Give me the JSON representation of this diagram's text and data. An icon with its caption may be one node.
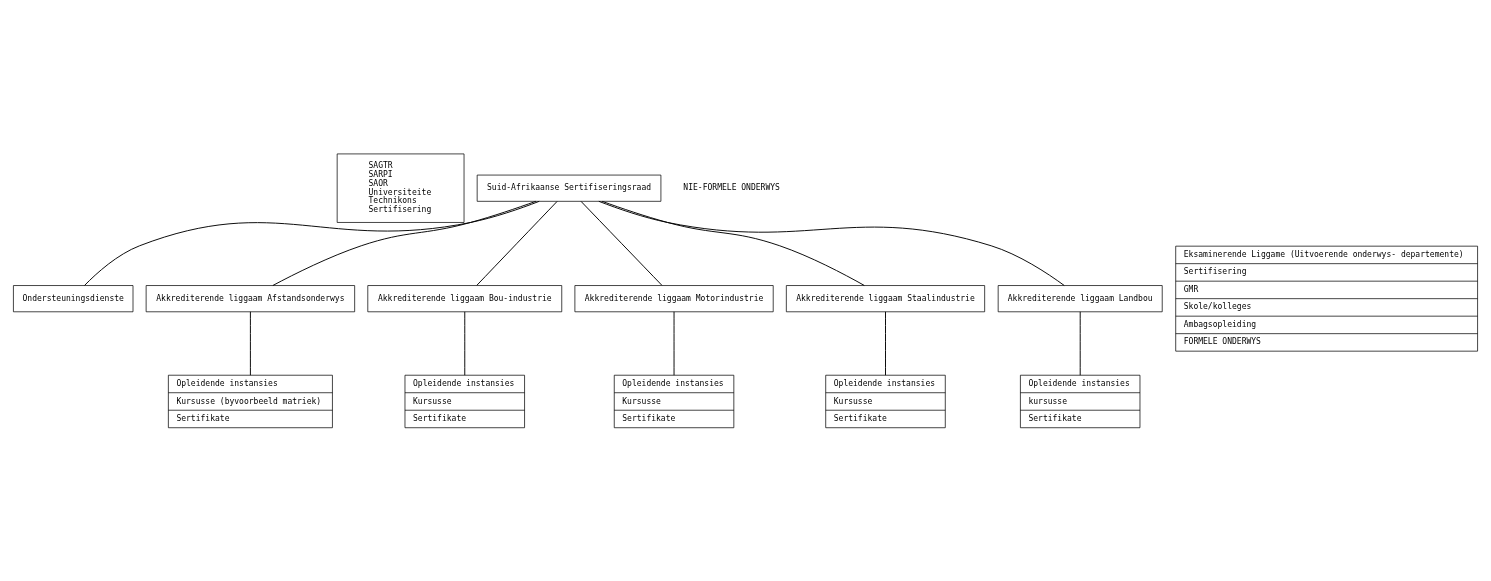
{
  "diagram": {
    "nodes": [
      {
        "text": [
          "SAGTR",
          "SARPI",
          "SAOR",
          "Universiteite",
          "Technikons",
          "Sertifisering"
        ]
      },
      {
        "text": [
          "Suid-Afrikaanse Sertifiseringsraad"
        ]
      },
      {
        "text": [
          "Ondersteuningsdienste"
        ]
      },
      {
        "text": [
          "Eksaminerende Liggame (Uitvoerende onderwys- departemente)",
          "Sertifisering",
          "GMR",
          "Skole/kolleges",
          "Ambagsopleiding",
          "FORMELE ONDERWYS"
        ]
      },
      {
        "text": [
          "Akkrediterende liggaam Afstandsonderwys"
        ]
      },
      {
        "text": [
          "Akkrediterende liggaam Bou-industrie"
        ]
      },
      {
        "text": [
          "Akkrediterende liggaam Motorindustrie"
        ]
      },
      {
        "text": [
          "Akkrediterende liggaam Staalindustrie"
        ]
      },
      {
        "text": [
          "Akkrediterende liggaam Landbou"
        ]
      },
      {
        "text": [
          "Opleidende instansies",
          "Kursusse (byvoorbeeld matriek)",
          "Sertifikate"
        ]
      },
      {
        "text": [
          "Opleidende instansies",
          "Kursusse",
          "Sertifikate"
        ]
      },
      {
        "text": [
          "Opleidende instansies",
          "Kursusse",
          "Sertifikate"
        ]
      },
      {
        "text": [
          "Opleidende instansies",
          "Kursusse",
          "Sertifikate"
        ]
      },
      {
        "text": [
          "Opleidende instansies",
          "kursusse",
          "Sertifikate"
        ]
      }
    ],
    "edges": [
      {
        "from": 1,
        "to": 2,
        "arrow": "none"
      },
      {
        "from": 1,
        "to": 4,
        "arrow": "none"
      },
      {
        "from": 1,
        "to": 5,
        "arrow": "none"
      },
      {
        "from": 1,
        "to": 6,
        "arrow": "none"
      },
      {
        "from": 1,
        "to": 7,
        "arrow": "none"
      },
      {
        "from": 1,
        "to": 8,
        "arrow": "none"
      },
      {
        "from": 4,
        "to": 9,
        "arrow": "none"
      },
      {
        "from": 5,
        "to": 10,
        "arrow": "none"
      },
      {
        "from": 6,
        "to": 11,
        "arrow": "none"
      },
      {
        "from": 7,
        "to": 12,
        "arrow": "none"
      },
      {
        "from": 8,
        "to": 13,
        "arrow": "none"
      }
    ],
    "labels": [
      "NIE-FORMELE ONDERWYS"
    ]
  }
}
